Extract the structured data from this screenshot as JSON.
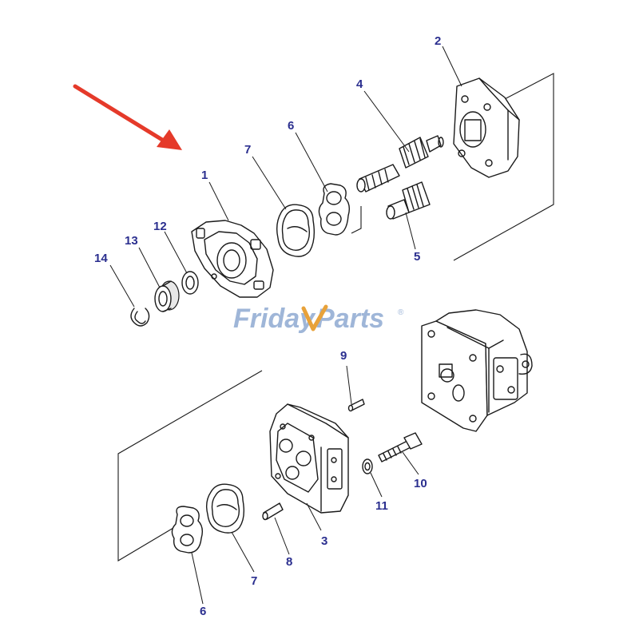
{
  "watermark": {
    "word_1": "Friday",
    "word_2": "Parts",
    "mark": "®",
    "color_1": "#9fb6d8",
    "color_2": "#e8a23a"
  },
  "arrow_color": "#e53a2a",
  "callout_color": "#2b2f8f",
  "callouts": [
    "1",
    "2",
    "3",
    "4",
    "5",
    "6",
    "7",
    "8",
    "9",
    "10",
    "11",
    "12",
    "13",
    "14",
    "7",
    "6"
  ]
}
